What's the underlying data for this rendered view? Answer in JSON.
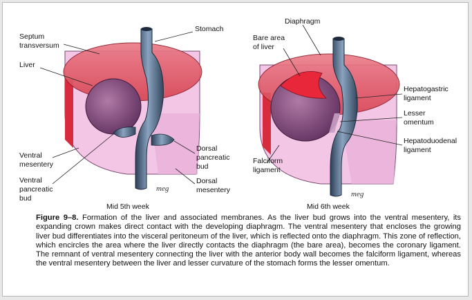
{
  "figure": {
    "number": "Figure 9–8.",
    "caption": "Formation of the liver and associated membranes. As the liver bud grows into the ventral mesentery, its expanding crown makes direct contact with the developing diaphragm. The ventral mesentery that encloses the growing liver bud differentiates into the visceral peritoneum of the liver, which is reflected onto the diaphragm. This zone of reflection, which encircles the area where the liver directly contacts the diaphragm (the bare area), becomes the coronary ligament. The remnant of ventral mesentery connecting the liver with the anterior body wall becomes the falciform ligament, whereas the ventral mesentery between the liver and lesser curvature of the stomach forms the lesser omentum."
  },
  "left_panel": {
    "subtitle": "Mid 5th week",
    "labels": {
      "septum_1": "Septum",
      "septum_2": "transversum",
      "stomach": "Stomach",
      "liver": "Liver",
      "ventral_mesentery_1": "Ventral",
      "ventral_mesentery_2": "mesentery",
      "ventral_pancreatic_1": "Ventral",
      "ventral_pancreatic_2": "pancreatic",
      "ventral_pancreatic_3": "bud",
      "dorsal_pancreatic_1": "Dorsal",
      "dorsal_pancreatic_2": "pancreatic",
      "dorsal_pancreatic_3": "bud",
      "dorsal_mesentery_1": "Dorsal",
      "dorsal_mesentery_2": "mesentery"
    },
    "signature": "meg"
  },
  "right_panel": {
    "subtitle": "Mid 6th week",
    "labels": {
      "diaphragm": "Diaphragm",
      "bare_area_1": "Bare area",
      "bare_area_2": "of liver",
      "hepatogastric_1": "Hepatogastric",
      "hepatogastric_2": "ligament",
      "lesser_omentum_1": "Lesser",
      "lesser_omentum_2": "omentum",
      "hepatoduodenal_1": "Hepatoduodenal",
      "hepatoduodenal_2": "ligament",
      "falciform_1": "Falciform",
      "falciform_2": "ligament"
    },
    "signature": "meg"
  },
  "colors": {
    "diaphragm_red": "#e24a5a",
    "mesentery_pink": "#f2c6e4",
    "liver_purple": "#8a4a86",
    "gut_blue": "#5a7390"
  }
}
